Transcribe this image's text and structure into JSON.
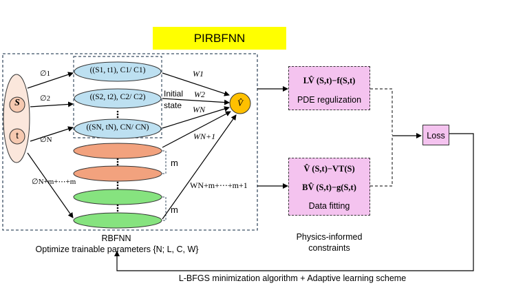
{
  "title": "PIRBFNN",
  "inputs": {
    "s_label": "S",
    "t_label": "t"
  },
  "input_weights": [
    "∅1",
    "∅2",
    "∅N",
    "∅N+m+⋯+m"
  ],
  "rbf_units": [
    "((S1, t1), C1/ C1)",
    "((S2, t2), C2/ C2)",
    "((SN, tN), CN/ CN)"
  ],
  "initial_state": [
    "Initial",
    "state"
  ],
  "output_weights": [
    "W1",
    "W2",
    "WN",
    "WN+1",
    "WN+m+⋯+m+1"
  ],
  "output_node": "V̂",
  "m_labels": [
    "m",
    "m"
  ],
  "rbfnn_caption": "RBFNN",
  "optimize_caption": "Optimize trainable parameters {N; L, C, W}",
  "pde_box": {
    "equation": "LV̂ (S,t)−f(S,t)",
    "label": "PDE regulization"
  },
  "data_box": {
    "equation1": "V̂ (S,t)−VT(S)",
    "equation2": "BV̂ (S,t)−g(S,t)",
    "label": "Data fitting"
  },
  "physics_caption": [
    "Physics-informed",
    "constraints"
  ],
  "loss_label": "Loss",
  "algorithm_caption": "L-BFGS  minimization algorithm + Adaptive learning scheme",
  "colors": {
    "title_bg": "#ffff00",
    "rbf_blue": "#bde0f1",
    "salmon": "#f2a27e",
    "green": "#86e37f",
    "orange_node": "#ffc000",
    "pink_box": "#f4c3ef",
    "input_bg": "#fbe7dc"
  }
}
